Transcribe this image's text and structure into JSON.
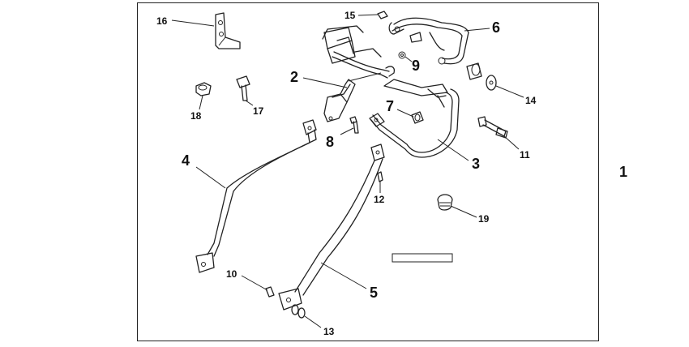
{
  "diagram": {
    "callouts": {
      "c1": "1",
      "c2": "2",
      "c3": "3",
      "c4": "4",
      "c5": "5",
      "c6": "6",
      "c7": "7",
      "c8": "8",
      "c9": "9",
      "c10": "10",
      "c11": "11",
      "c12": "12",
      "c13": "13",
      "c14": "14",
      "c15": "15",
      "c16": "16",
      "c17": "17",
      "c18": "18",
      "c19": "19"
    }
  }
}
